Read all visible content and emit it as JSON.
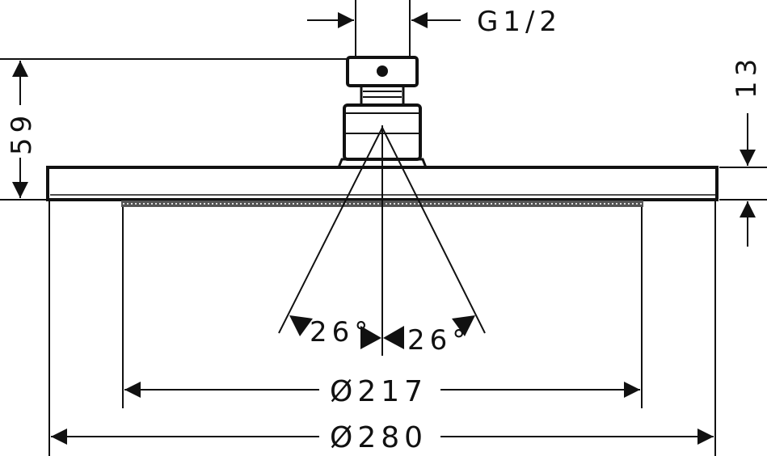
{
  "dimensions": {
    "connection": "G1/2",
    "height_total": "59",
    "head_thickness": "13",
    "spray_diameter": "Ø217",
    "head_diameter": "Ø280",
    "spray_angle_left": "26°",
    "spray_angle_right": "26°"
  },
  "colors": {
    "line": "#111111",
    "background": "#ffffff"
  }
}
